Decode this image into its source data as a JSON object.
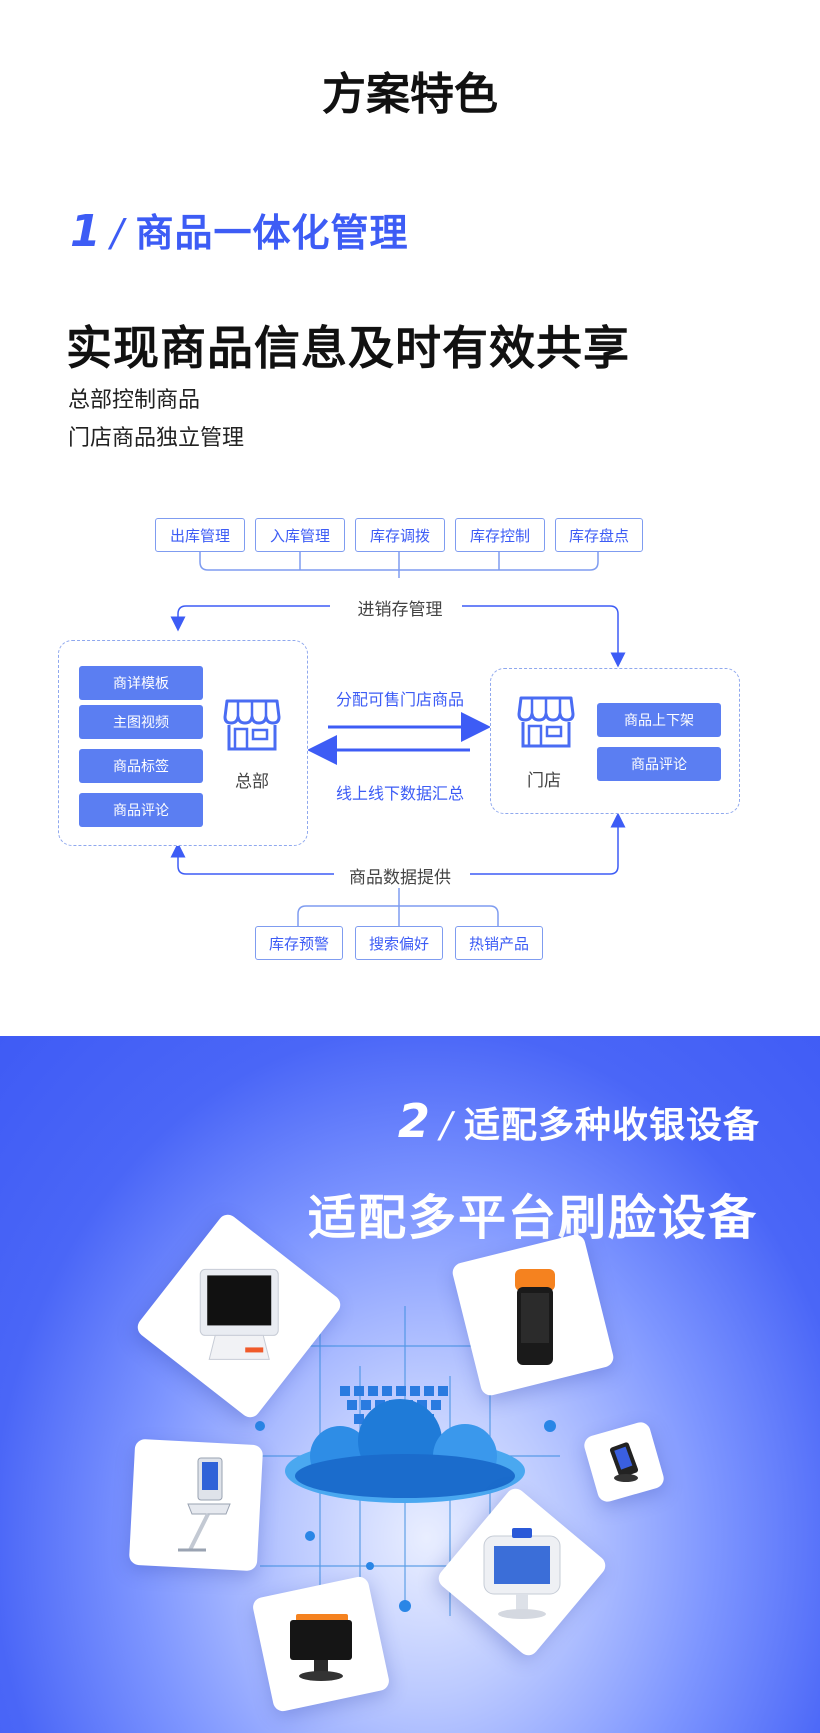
{
  "page_title": "方案特色",
  "section1": {
    "number": "1",
    "slash": "/",
    "title": "商品一体化管理",
    "subtitle": "实现商品信息及时有效共享",
    "desc_lines": [
      "总部控制商品",
      "门店商品独立管理"
    ]
  },
  "diagram": {
    "top_tags": [
      "出库管理",
      "入库管理",
      "库存调拨",
      "库存控制",
      "库存盘点"
    ],
    "top_label": "进销存管理",
    "hq": {
      "label": "总部",
      "buttons": [
        "商详模板",
        "主图视频",
        "商品标签",
        "商品评论"
      ]
    },
    "store": {
      "label": "门店",
      "buttons": [
        "商品上下架",
        "商品评论"
      ]
    },
    "flow_right_text": "分配可售门店商品",
    "flow_left_text": "线上线下数据汇总",
    "bottom_label": "商品数据提供",
    "bottom_tags": [
      "库存预警",
      "搜索偏好",
      "热销产品"
    ],
    "icons": {
      "hq_store": "storefront-icon",
      "store_store": "storefront-icon"
    },
    "colors": {
      "accent": "#3d5cf5",
      "button": "#5b7ef2",
      "border": "#7f9cf0"
    }
  },
  "section2": {
    "number": "2",
    "slash": "/",
    "title": "适配多种收银设备",
    "subtitle": "适配多平台刷脸设备",
    "devices": [
      "pos-terminal-icon",
      "handheld-pos-icon",
      "self-service-kiosk-icon",
      "mini-pos-icon",
      "face-recognition-terminal-icon",
      "desktop-pos-icon",
      "cloud-network-icon"
    ],
    "colors": {
      "background": "#4361f6"
    }
  }
}
